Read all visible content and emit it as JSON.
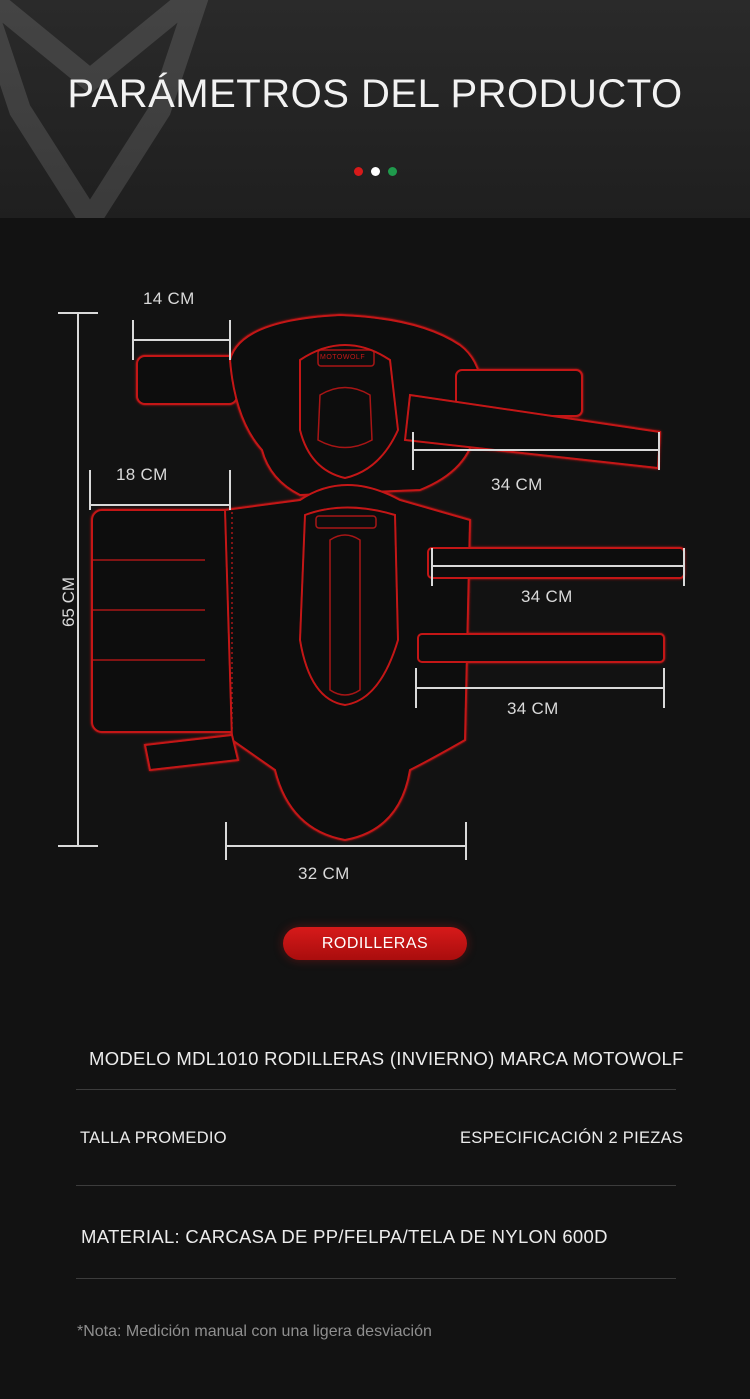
{
  "header": {
    "title": "PARÁMETROS DEL PRODUCTO",
    "dot_colors": [
      "#d71a1a",
      "#ffffff",
      "#1f9a4c"
    ]
  },
  "dimensions": {
    "top_strap_width": "14 CM",
    "side_panel_width": "18 CM",
    "total_height": "65 CM",
    "strap_1_length": "34 CM",
    "strap_2_length": "34 CM",
    "strap_3_length": "34 CM",
    "bottom_width": "32 CM",
    "product_logo_text": "MOTOWOLF"
  },
  "badge": {
    "label": "RODILLERAS"
  },
  "specs": {
    "model_line": "MODELO MDL1010 RODILLERAS (INVIERNO) MARCA MOTOWOLF",
    "size": "TALLA PROMEDIO",
    "specification": "ESPECIFICACIÓN 2 PIEZAS",
    "material": "MATERIAL: CARCASA DE PP/FELPA/TELA DE NYLON 600D"
  },
  "note": "*Nota: Medición manual con una ligera desviación",
  "colors": {
    "accent": "#d71a1a",
    "outline": "#c41818",
    "background": "#121212"
  }
}
